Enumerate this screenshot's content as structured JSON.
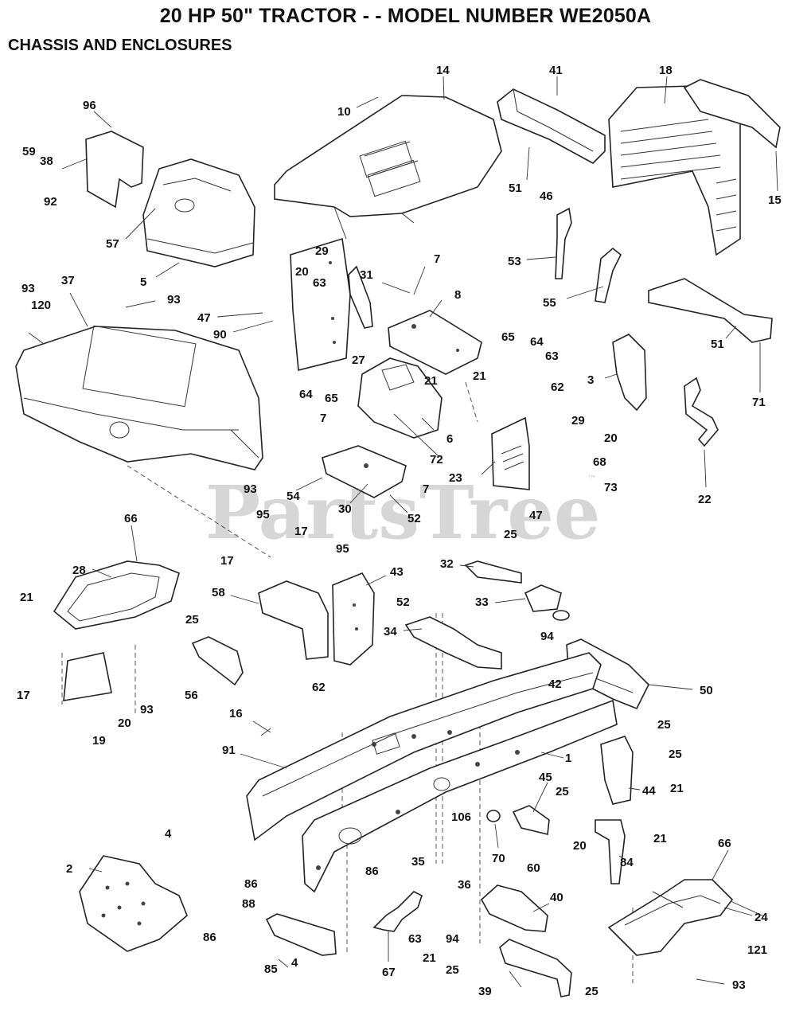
{
  "header": {
    "title": "20 HP 50\" TRACTOR - - MODEL NUMBER WE2050A",
    "subtitle": "CHASSIS AND ENCLOSURES"
  },
  "watermark": {
    "text": "PartsTree",
    "tm": "™"
  },
  "callouts": [
    "14",
    "41",
    "18",
    "96",
    "10",
    "59",
    "38",
    "92",
    "51",
    "15",
    "46",
    "57",
    "53",
    "55",
    "5",
    "29",
    "7",
    "31",
    "93",
    "37",
    "120",
    "93",
    "20",
    "63",
    "8",
    "47",
    "90",
    "27",
    "64",
    "65",
    "65",
    "64",
    "63",
    "3",
    "51",
    "62",
    "71",
    "21",
    "21",
    "29",
    "7",
    "6",
    "72",
    "20",
    "68",
    "23",
    "73",
    "93",
    "54",
    "30",
    "7",
    "52",
    "22",
    "47",
    "66",
    "95",
    "25",
    "17",
    "95",
    "32",
    "17",
    "43",
    "28",
    "58",
    "21",
    "52",
    "33",
    "94",
    "34",
    "25",
    "50",
    "42",
    "17",
    "56",
    "93",
    "20",
    "62",
    "25",
    "19",
    "16",
    "1",
    "25",
    "91",
    "21",
    "44",
    "45",
    "25",
    "106",
    "4",
    "70",
    "20",
    "21",
    "2",
    "86",
    "60",
    "84",
    "35",
    "36",
    "86",
    "66",
    "88",
    "40",
    "24",
    "63",
    "21",
    "94",
    "86",
    "121",
    "85",
    "4",
    "67",
    "25",
    "39",
    "25",
    "93"
  ]
}
